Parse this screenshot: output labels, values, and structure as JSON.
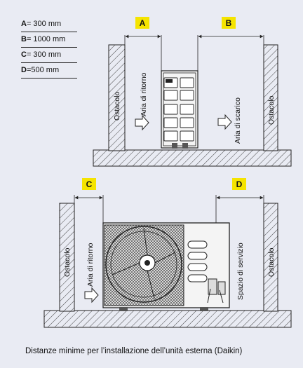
{
  "legend": [
    {
      "key": "A",
      "value": "= 300 mm"
    },
    {
      "key": "B",
      "value": "= 1000 mm"
    },
    {
      "key": "C",
      "value": "= 300 mm"
    },
    {
      "key": "D",
      "value": "=500 mm"
    }
  ],
  "top_diagram": {
    "badge_a": "A",
    "badge_b": "B",
    "obstacle_left": "Ostacolo",
    "obstacle_right": "Ostacolo",
    "return_air": "Aria di ritorno",
    "discharge_air": "Aria di scarico"
  },
  "bottom_diagram": {
    "badge_c": "C",
    "badge_d": "D",
    "obstacle_left": "Ostacolo",
    "obstacle_right": "Ostacolo",
    "return_air": "Aria di ritorno",
    "service_space": "Spazio di servizio"
  },
  "caption": "Distanze minime per l’installazione dell’unità esterna (Daikin)",
  "colors": {
    "background": "#e9ebf3",
    "badge": "#f5e400",
    "line": "#222222"
  }
}
